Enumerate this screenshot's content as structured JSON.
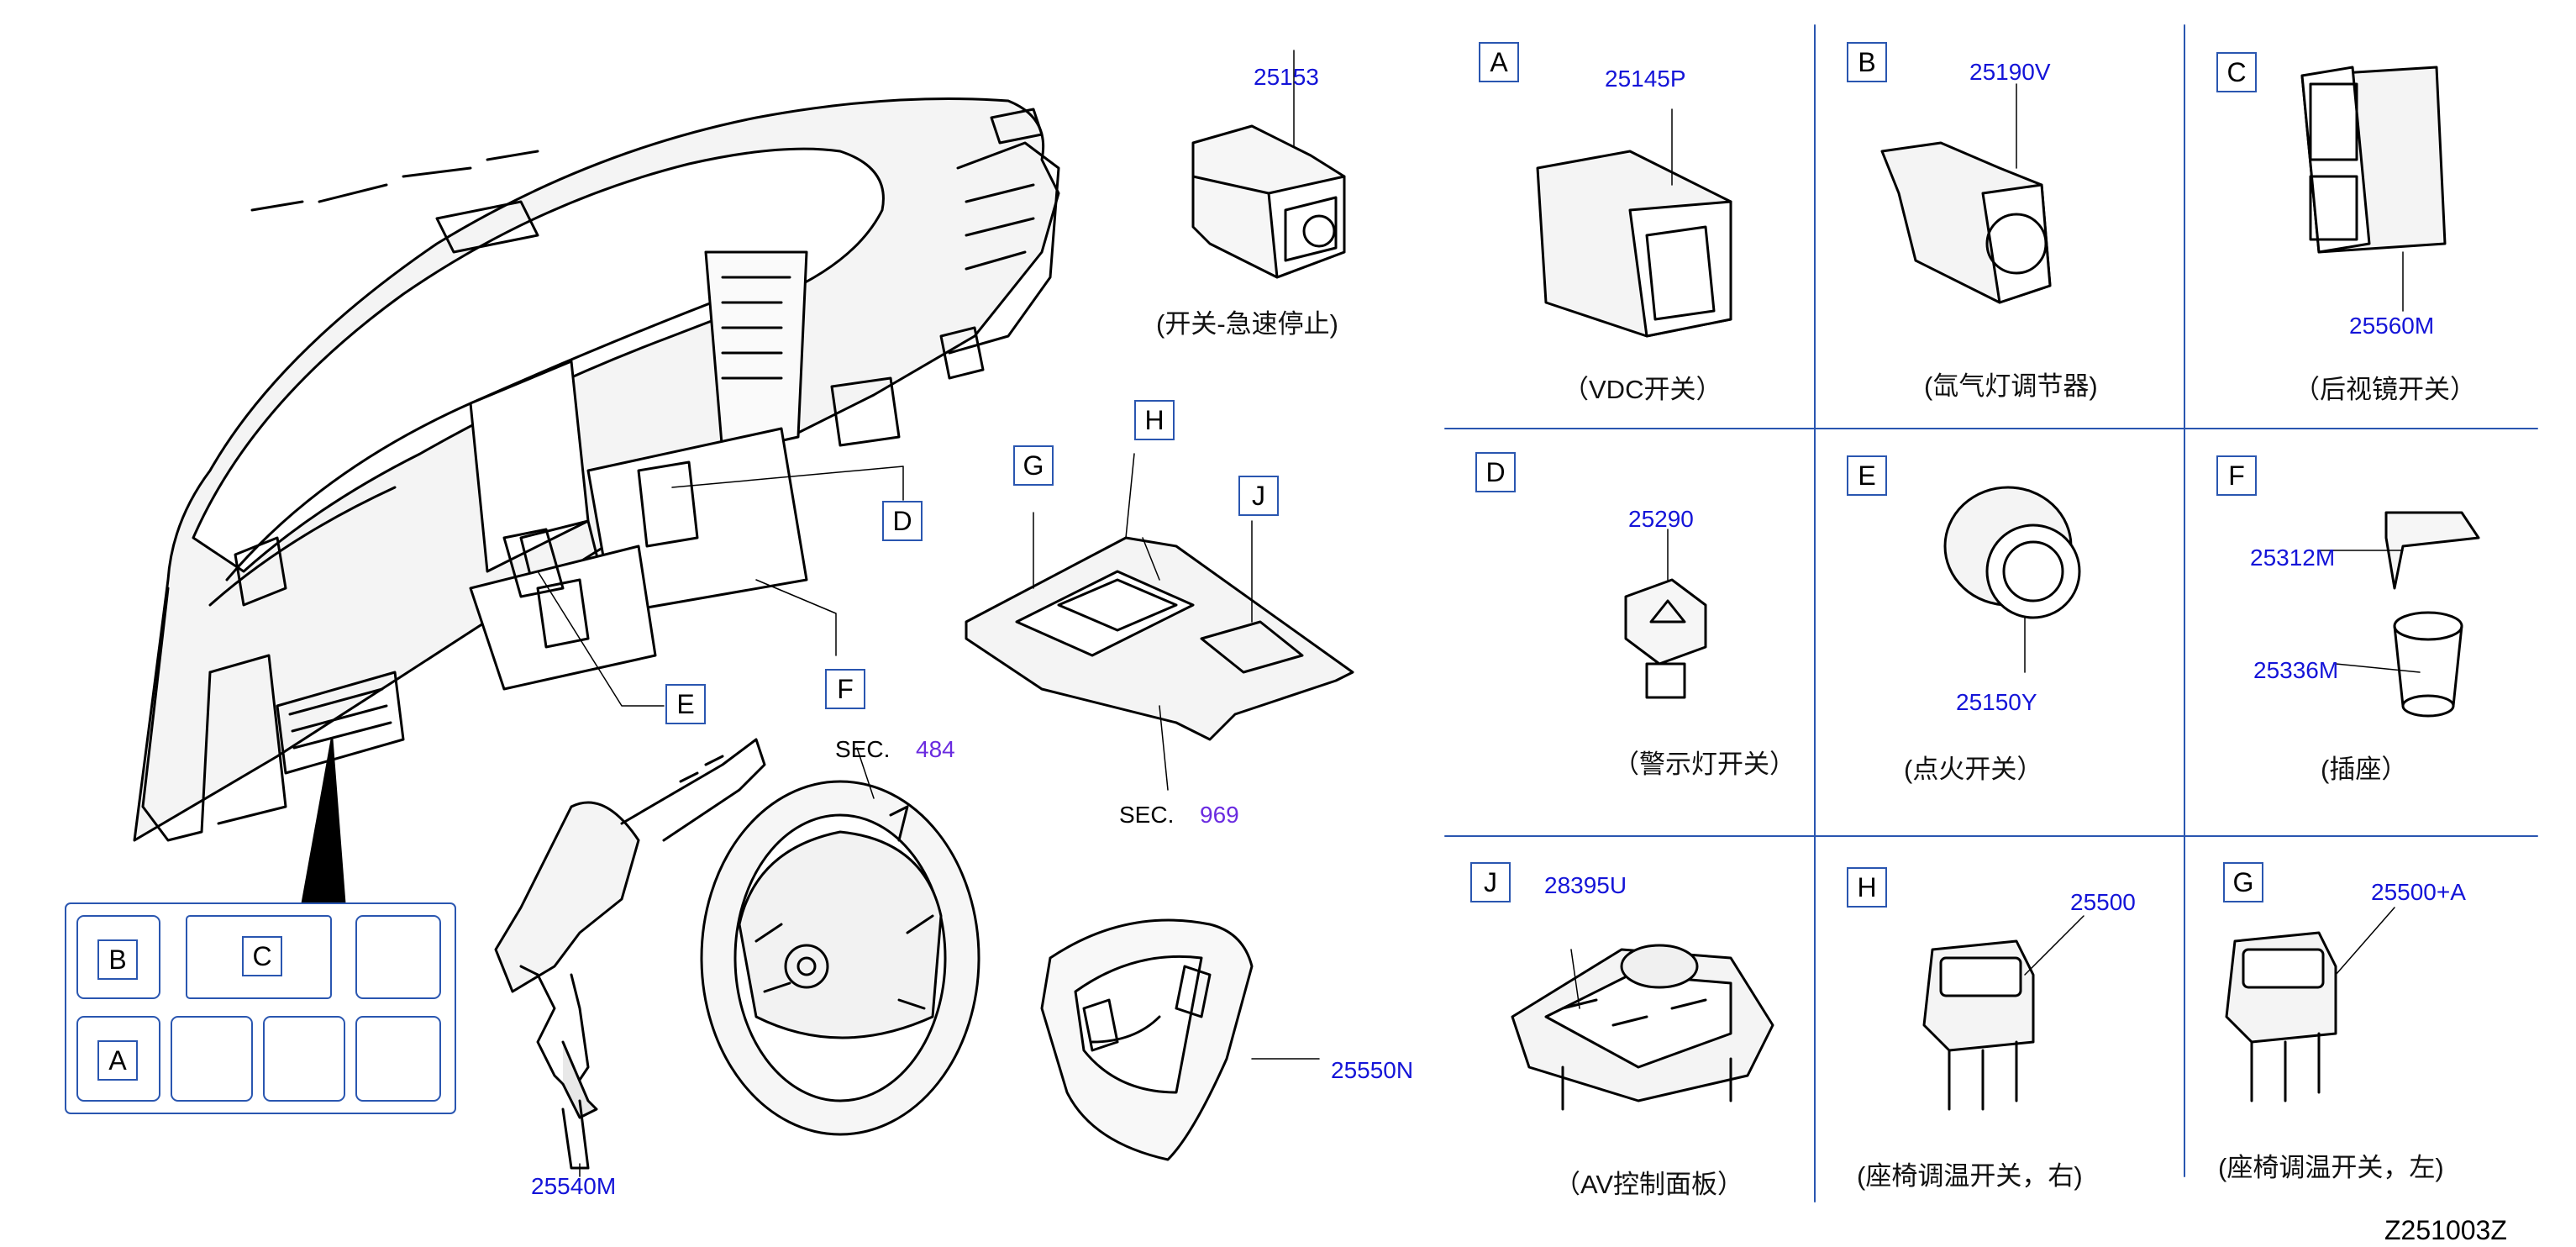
{
  "diagram_code": "Z251003Z",
  "colors": {
    "part_number": "#1414d8",
    "section_number": "#6a2be0",
    "box_border": "#2a56b0"
  },
  "panel_letters": {
    "A": "A",
    "B": "B",
    "C": "C",
    "D": "D",
    "E": "E",
    "F": "F",
    "G": "G",
    "H": "H",
    "J": "J"
  },
  "left": {
    "callouts": {
      "D": "D",
      "E": "E",
      "F": "F",
      "G": "G",
      "H": "H",
      "J": "J"
    },
    "switch_panel": {
      "B": "B",
      "C": "C",
      "A": "A"
    },
    "top_switch": {
      "part": "25153",
      "caption": "(开关-急速停止)"
    },
    "sections": [
      {
        "label": "SEC.",
        "number": "484"
      },
      {
        "label": "SEC.",
        "number": "969"
      }
    ],
    "parts": {
      "combination_switch": "25540M",
      "steering_switch": "25550N"
    }
  },
  "panels": {
    "A": {
      "letter": "A",
      "part": "25145P",
      "caption": "（VDC开关）"
    },
    "B": {
      "letter": "B",
      "part": "25190V",
      "caption": "(氙气灯调节器)"
    },
    "C": {
      "letter": "C",
      "part": "25560M",
      "caption": "（后视镜开关）"
    },
    "D": {
      "letter": "D",
      "part": "25290",
      "caption": "（警示灯开关）"
    },
    "E": {
      "letter": "E",
      "part": "25150Y",
      "caption": "(点火开关）"
    },
    "F": {
      "letter": "F",
      "parts": [
        "25312M",
        "25336M"
      ],
      "caption": "(插座）"
    },
    "J": {
      "letter": "J",
      "part": "28395U",
      "caption": "（AV控制面板）"
    },
    "H": {
      "letter": "H",
      "part": "25500",
      "caption": "(座椅调温开关，右)"
    },
    "G": {
      "letter": "G",
      "part": "25500+A",
      "caption": "(座椅调温开关，左)"
    }
  }
}
